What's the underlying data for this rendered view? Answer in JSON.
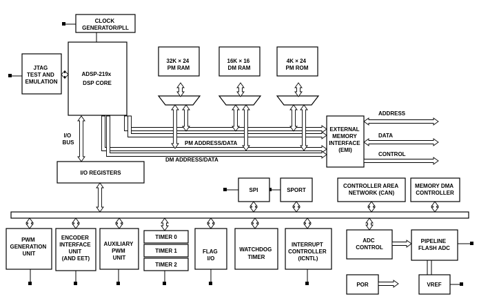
{
  "blocks": {
    "clock": [
      "CLOCK",
      "GENERATOR/PLL"
    ],
    "jtag": [
      "JTAG",
      "TEST AND",
      "EMULATION"
    ],
    "core": [
      "ADSP-219x",
      "DSP CORE"
    ],
    "pm_ram": [
      "32K × 24",
      "PM RAM"
    ],
    "dm_ram": [
      "16K × 16",
      "DM RAM"
    ],
    "pm_rom": [
      "4K × 24",
      "PM ROM"
    ],
    "emi": [
      "EXTERNAL",
      "MEMORY",
      "INTERFACE",
      "(EMI)"
    ],
    "io_registers": [
      "I/O REGISTERS"
    ],
    "spi": [
      "SPI"
    ],
    "sport": [
      "SPORT"
    ],
    "can": [
      "CONTROLLER AREA",
      "NETWORK (CAN)"
    ],
    "dma": [
      "MEMORY DMA",
      "CONTROLLER"
    ],
    "pwm": [
      "PWM",
      "GENERATION",
      "UNIT"
    ],
    "encoder": [
      "ENCODER",
      "INTERFACE",
      "UNIT",
      "(AND EET)"
    ],
    "aux_pwm": [
      "AUXILIARY",
      "PWM",
      "UNIT"
    ],
    "timer0": [
      "TIMER 0"
    ],
    "timer1": [
      "TIMER 1"
    ],
    "timer2": [
      "TIMER 2"
    ],
    "flag": [
      "FLAG",
      "I/O"
    ],
    "watchdog": [
      "WATCHDOG",
      "TIMER"
    ],
    "interrupt": [
      "INTERRUPT",
      "CONTROLLER",
      "(ICNTL)"
    ],
    "adc_control": [
      "ADC",
      "CONTROL"
    ],
    "pipeline_adc": [
      "PIPELINE",
      "FLASH ADC"
    ],
    "por": [
      "POR"
    ],
    "vref": [
      "VREF"
    ]
  },
  "labels": {
    "io_bus": [
      "I/O",
      "BUS"
    ],
    "pm_bus": "PM ADDRESS/DATA",
    "dm_bus": "DM ADDRESS/DATA",
    "address": "ADDRESS",
    "data": "DATA",
    "control": "CONTROL"
  }
}
